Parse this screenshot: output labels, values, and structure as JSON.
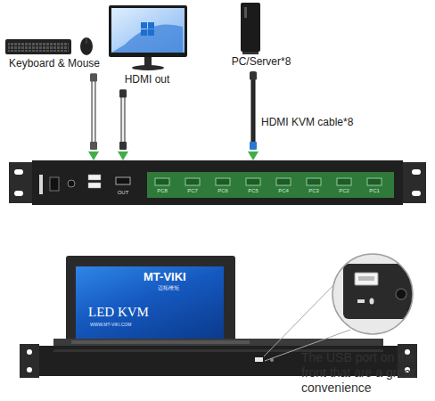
{
  "diagram": {
    "nodes": [
      {
        "text": [
          "Keyboard & Mouse"
        ]
      },
      {
        "text": [
          "HDMI out"
        ]
      },
      {
        "text": [
          "PC/Server*8"
        ]
      },
      {
        "text": [
          "OUT",
          "PC8",
          "PC7",
          "PC6",
          "PC5",
          "PC4",
          "PC3",
          "PC2",
          "PC1"
        ]
      },
      {
        "text": [
          "MT-VIKI",
          "迈拓维矩",
          "LED KVM",
          "WWW.MT-VIKI.COM"
        ]
      }
    ],
    "edges": [
      {
        "from": 0,
        "to": 3,
        "arrow": "to"
      },
      {
        "from": 1,
        "to": 3,
        "arrow": "to"
      },
      {
        "from": 2,
        "to": 3,
        "label": "HDMI KVM cable*8",
        "arrow": "to"
      }
    ],
    "labels": [
      "The USB port on the front that are a great convenience"
    ]
  }
}
